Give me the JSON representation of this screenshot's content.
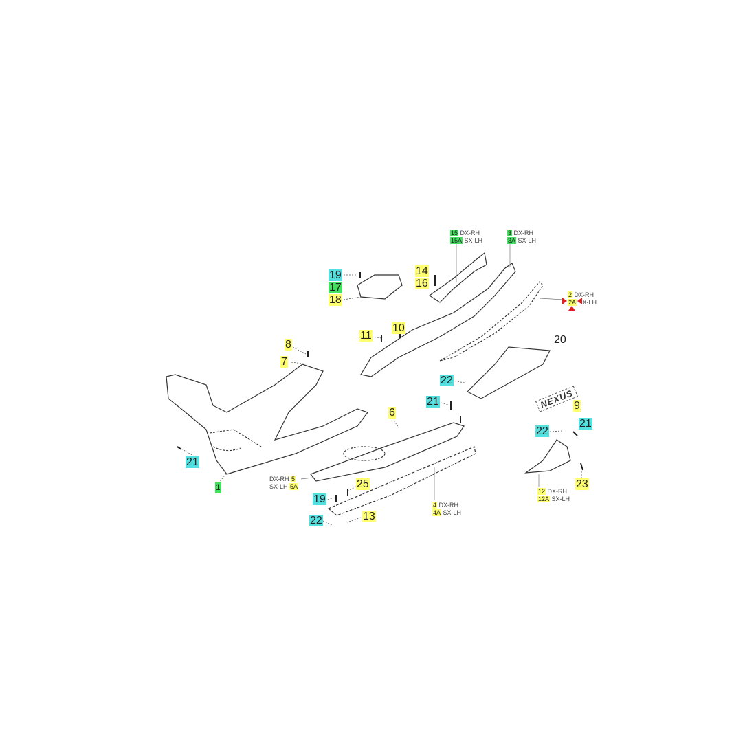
{
  "title": "Body panels exploded parts diagram",
  "colors": {
    "yellow": "#ffff70",
    "green": "#44e060",
    "cyan": "#55e0e0",
    "arrow": "#e02020"
  },
  "logo_text": "NEXUS",
  "callouts": [
    {
      "n": "19",
      "color": "cyan"
    },
    {
      "n": "17",
      "color": "green"
    },
    {
      "n": "18",
      "color": "yellow"
    },
    {
      "n": "14",
      "color": "yellow"
    },
    {
      "n": "16",
      "color": "yellow"
    },
    {
      "n": "11",
      "color": "yellow"
    },
    {
      "n": "10",
      "color": "yellow"
    },
    {
      "n": "8",
      "color": "yellow"
    },
    {
      "n": "7",
      "color": "yellow"
    },
    {
      "n": "20",
      "color": "none"
    },
    {
      "n": "22",
      "color": "cyan"
    },
    {
      "n": "21",
      "color": "cyan"
    },
    {
      "n": "9",
      "color": "yellow"
    },
    {
      "n": "6",
      "color": "yellow"
    },
    {
      "n": "21",
      "color": "cyan"
    },
    {
      "n": "22",
      "color": "cyan"
    },
    {
      "n": "23",
      "color": "yellow"
    },
    {
      "n": "21",
      "color": "cyan"
    },
    {
      "n": "1",
      "color": "green"
    },
    {
      "n": "25",
      "color": "yellow"
    },
    {
      "n": "19",
      "color": "cyan"
    },
    {
      "n": "22",
      "color": "cyan"
    },
    {
      "n": "13",
      "color": "yellow"
    }
  ],
  "pairs": [
    {
      "rh_n": "15",
      "rh": "DX-RH",
      "lh_n": "15A",
      "lh": "SX-LH"
    },
    {
      "rh_n": "3",
      "rh": "DX-RH",
      "lh_n": "3A",
      "lh": "SX-LH"
    },
    {
      "rh_n": "2",
      "rh": "DX-RH",
      "lh_n": "2A",
      "lh": "SX-LH"
    },
    {
      "rh_n": "5",
      "rh": "DX-RH",
      "lh_n": "5A",
      "lh": "SX-LH"
    },
    {
      "rh_n": "4",
      "rh": "DX-RH",
      "lh_n": "4A",
      "lh": "SX-LH"
    },
    {
      "rh_n": "12",
      "rh": "DX-RH",
      "lh_n": "12A",
      "lh": "SX-LH"
    }
  ]
}
